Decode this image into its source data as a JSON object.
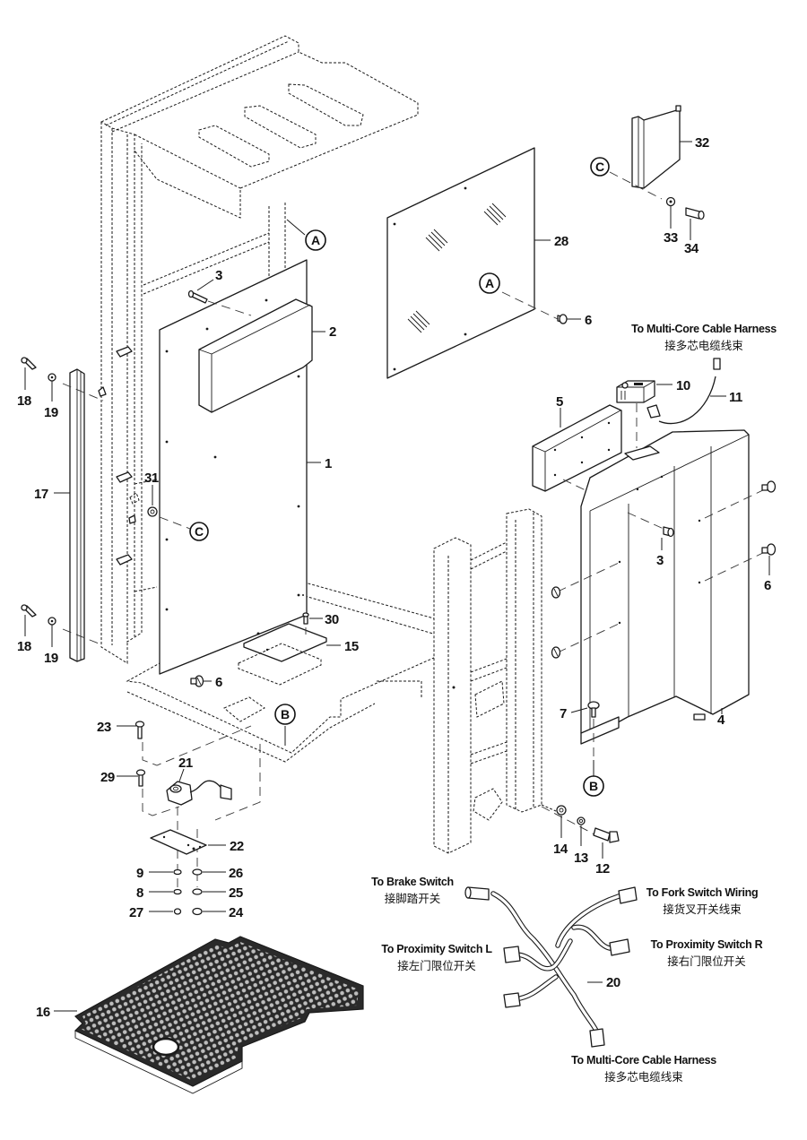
{
  "diagram": {
    "title": "Exploded parts view - operator compartment panels, floor mat and wiring harness",
    "colors": {
      "line": "#1a1a1a",
      "background": "#ffffff",
      "mat": "#2a2a2a"
    }
  },
  "reference_markers": {
    "A_frame": "A",
    "A_panel": "A",
    "B_floor": "B",
    "B_bracket": "B",
    "C_panel": "C",
    "C_bracket": "C"
  },
  "callouts": {
    "p1": "1",
    "p2": "2",
    "p3_top": "3",
    "p3_right": "3",
    "p4": "4",
    "p5": "5",
    "p6_panel": "6",
    "p6_floor": "6",
    "p6_right": "6",
    "p7": "7",
    "p8": "8",
    "p9": "9",
    "p10": "10",
    "p11": "11",
    "p12": "12",
    "p13": "13",
    "p14": "14",
    "p15": "15",
    "p16": "16",
    "p17": "17",
    "p18_top": "18",
    "p18_bottom": "18",
    "p19_top": "19",
    "p19_bottom": "19",
    "p20": "20",
    "p21": "21",
    "p22": "22",
    "p23": "23",
    "p24": "24",
    "p25": "25",
    "p26": "26",
    "p27": "27",
    "p28": "28",
    "p29": "29",
    "p30": "30",
    "p31": "31",
    "p32": "32",
    "p33": "33",
    "p34": "34"
  },
  "notes": {
    "multicore_top": {
      "en": "To Multi-Core Cable Harness",
      "zh": "接多芯电缆线束"
    },
    "brake_switch": {
      "en": "To Brake Switch",
      "zh": "接脚踏开关"
    },
    "fork_switch": {
      "en": "To Fork Switch Wiring",
      "zh": "接货叉开关线束"
    },
    "proximity_l": {
      "en": "To Proximity Switch L",
      "zh": "接左门限位开关"
    },
    "proximity_r": {
      "en": "To Proximity Switch R",
      "zh": "接右门限位开关"
    },
    "multicore_bottom": {
      "en": "To Multi-Core Cable Harness",
      "zh": "接多芯电缆线束"
    }
  }
}
